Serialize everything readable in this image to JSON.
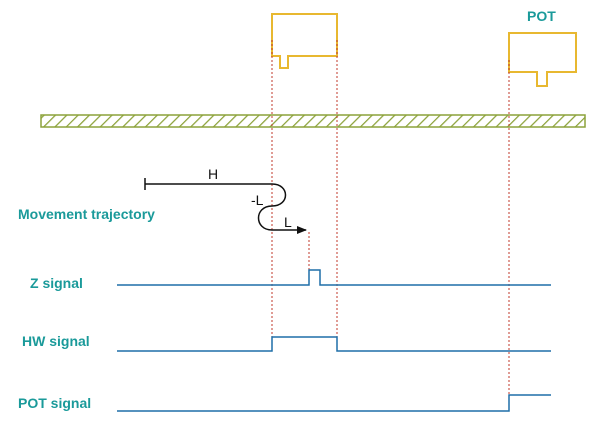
{
  "labels": {
    "pot_switch": "POT",
    "trajectory": "Movement trajectory",
    "z_signal": "Z signal",
    "hw_signal": "HW signal",
    "pot_signal": "POT signal",
    "h": "H",
    "neg_l": "-L",
    "l": "L"
  },
  "colors": {
    "switch": "#e8b830",
    "hatch": "#8ca23a",
    "signal": "#1f6fa8",
    "guide": "#c0392b",
    "label": "#1a9a9a",
    "trajectory": "#111111"
  }
}
